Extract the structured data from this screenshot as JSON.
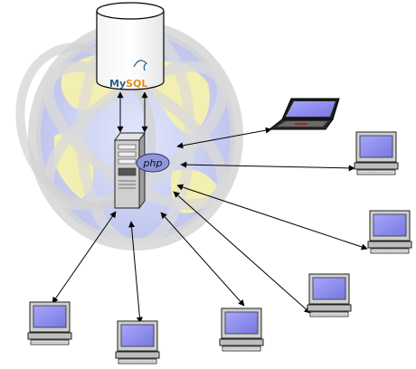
{
  "diagram": {
    "database": {
      "label": "MySQL",
      "icon": "database-cylinder-icon"
    },
    "server": {
      "badge_text": "php",
      "icon": "server-tower-icon"
    },
    "background": {
      "icon": "globe-with-rings-icon"
    },
    "colors": {
      "line": "#000000",
      "screen": "#8f8ff2",
      "case": "#c8c8c8",
      "globe_land": "#f3efb0",
      "globe_water": "#b6bfea",
      "ring": "#d7d7d7",
      "php_badge": "#8f95d6",
      "mysql_blue": "#2c5f8a",
      "mysql_orange": "#e48b18"
    },
    "clients": [
      {
        "type": "laptop",
        "name": "laptop-client"
      },
      {
        "type": "desktop",
        "name": "desktop-client-1"
      },
      {
        "type": "desktop",
        "name": "desktop-client-2"
      },
      {
        "type": "desktop",
        "name": "desktop-client-3"
      },
      {
        "type": "desktop",
        "name": "desktop-client-4"
      },
      {
        "type": "desktop",
        "name": "desktop-client-5"
      },
      {
        "type": "desktop",
        "name": "desktop-client-6"
      }
    ]
  }
}
